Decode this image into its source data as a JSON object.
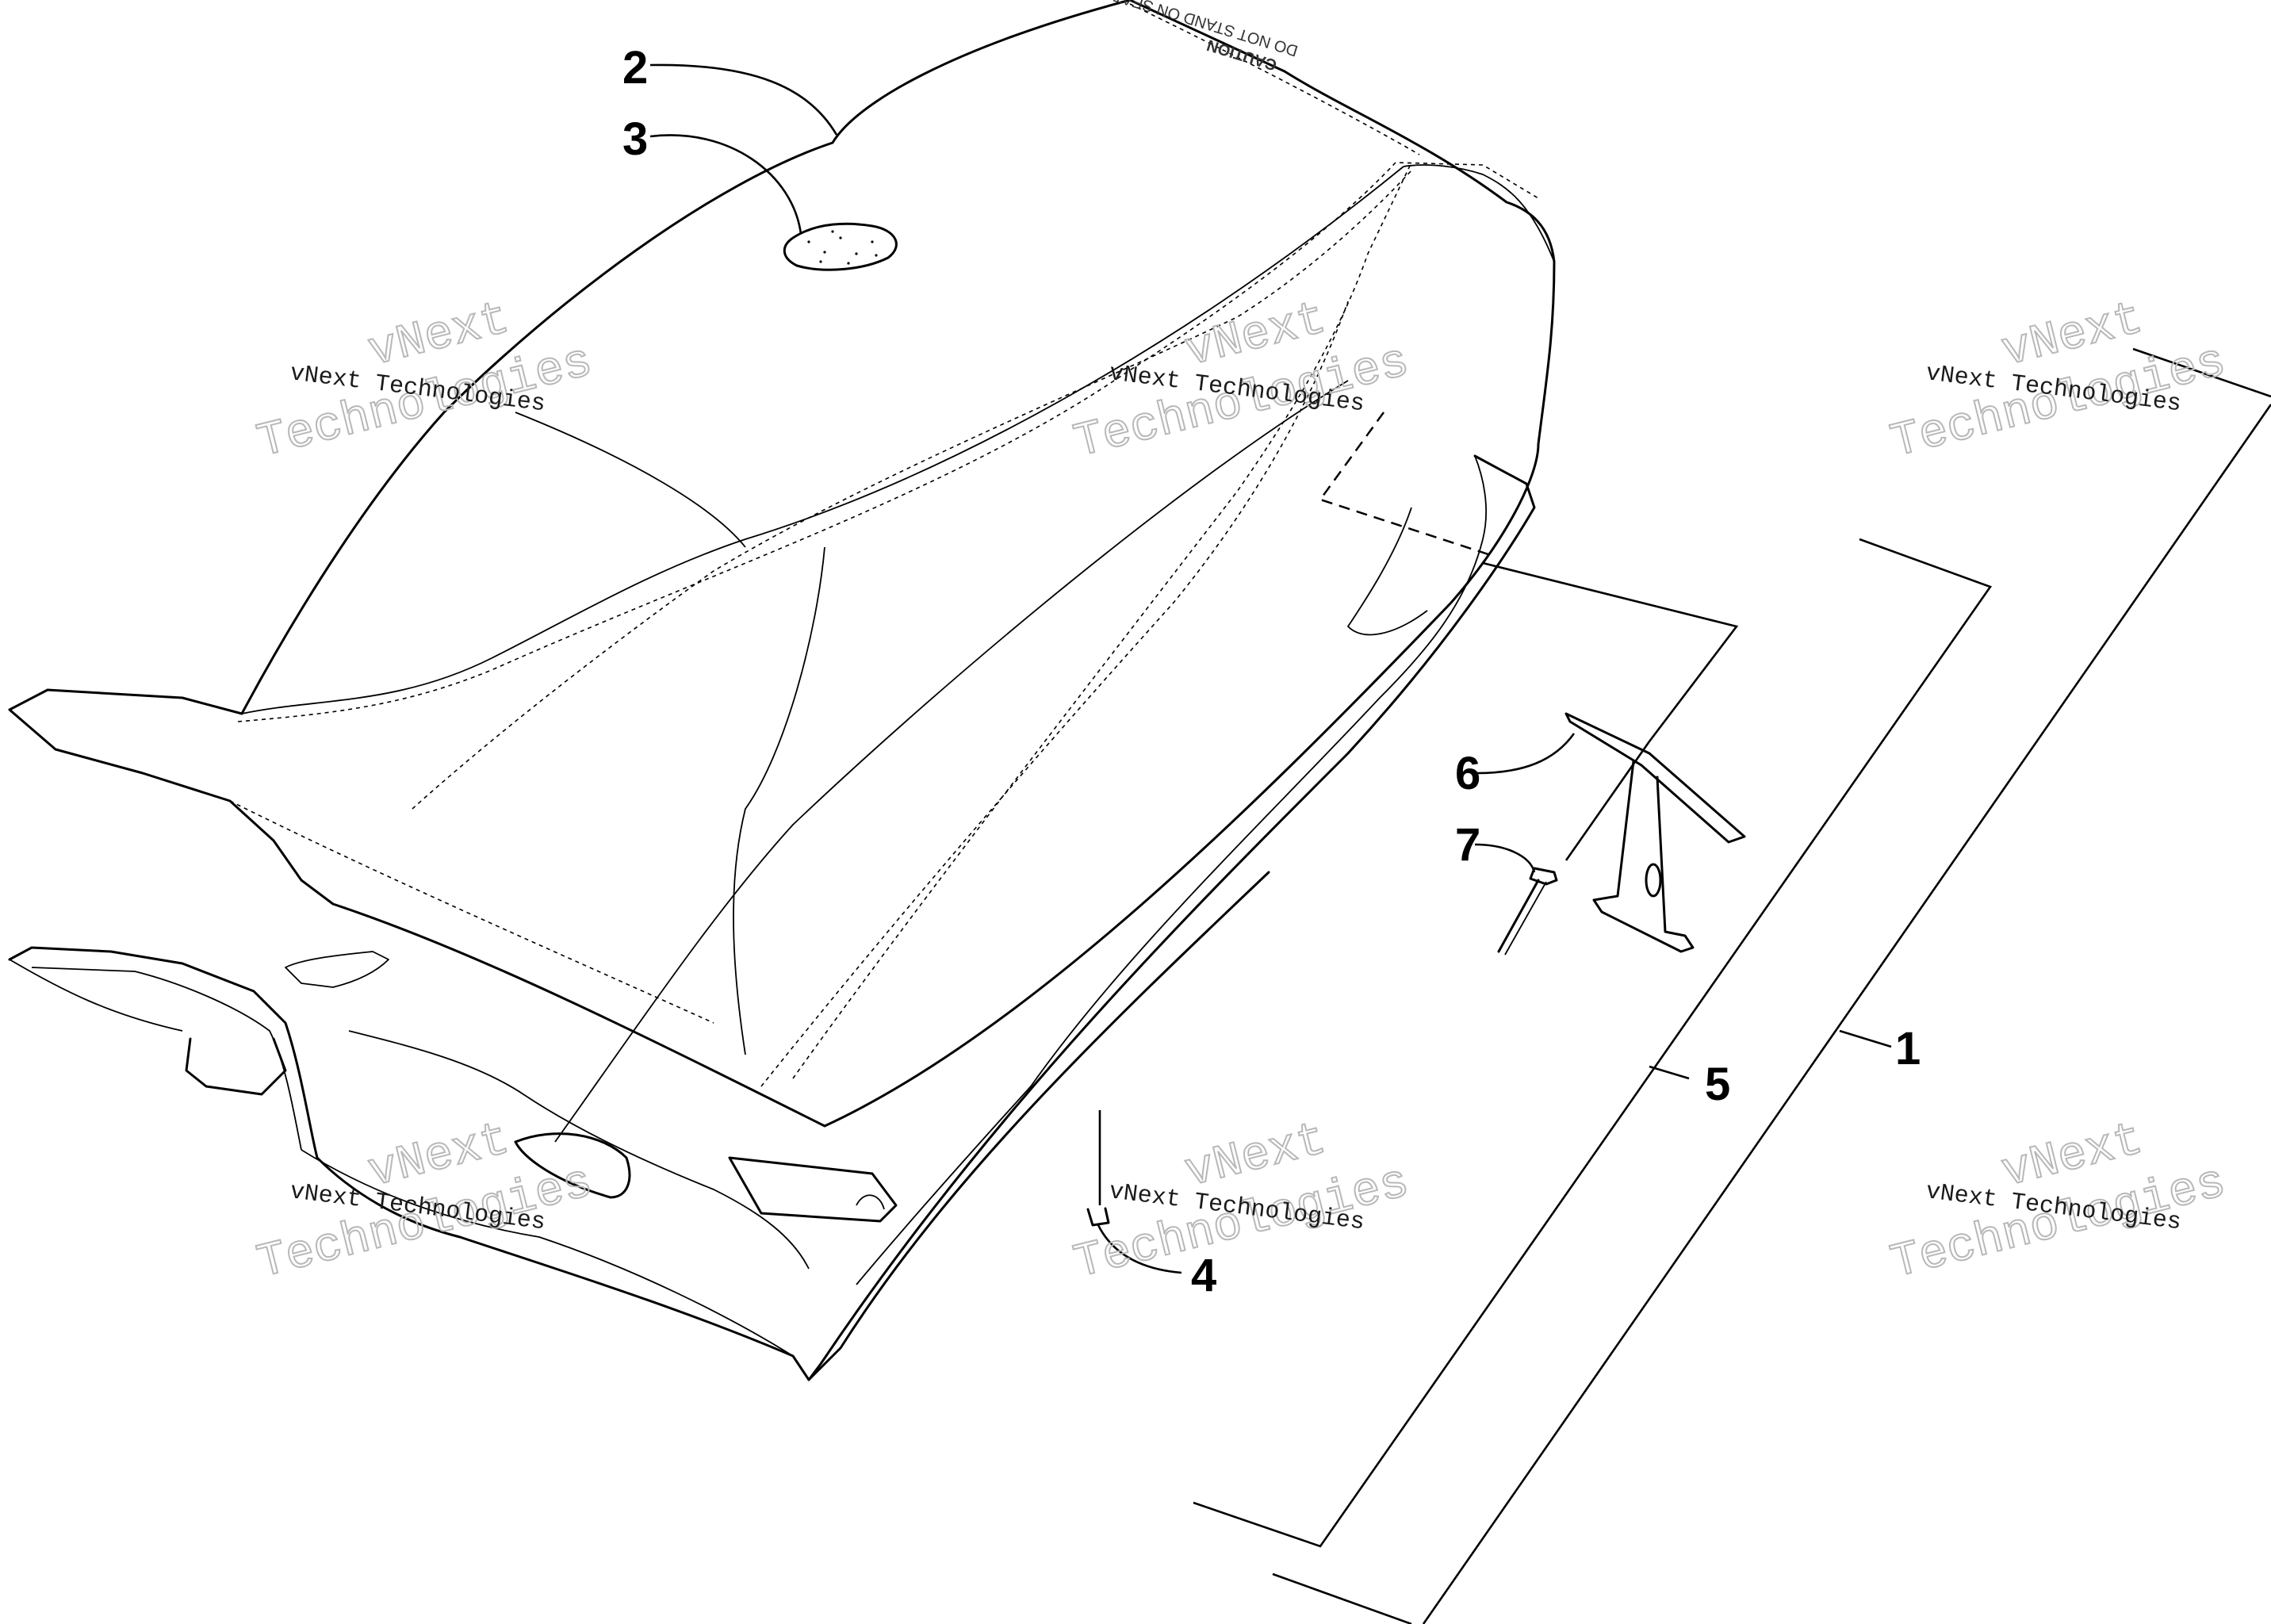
{
  "callouts": [
    {
      "id": "1",
      "label": "1"
    },
    {
      "id": "2",
      "label": "2"
    },
    {
      "id": "3",
      "label": "3"
    },
    {
      "id": "4",
      "label": "4"
    },
    {
      "id": "5",
      "label": "5"
    },
    {
      "id": "6",
      "label": "6"
    },
    {
      "id": "7",
      "label": "7"
    }
  ],
  "watermark": {
    "small": "vNext Technologies",
    "big_line1": "vNext",
    "big_line2": "Technologies"
  },
  "caution_decal": {
    "line1": "CAUTION",
    "line2": "DO NOT STAND ON SEAT"
  }
}
